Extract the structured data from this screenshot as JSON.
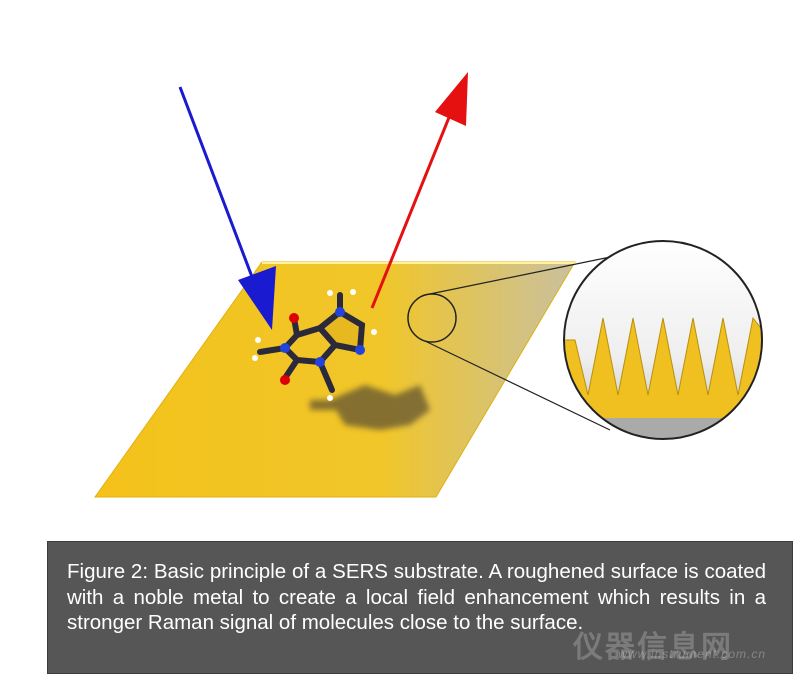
{
  "figure": {
    "caption": "Figure 2: Basic principle of a SERS substrate. A roughened surface is coated with a noble metal to create a local field enhancement which results in a stronger Raman signal of molecules close to the surface.",
    "colors": {
      "substrate": "#f5c518",
      "incident_arrow": "#1a1ad0",
      "scattered_arrow": "#e51010",
      "caption_bg": "#565656"
    },
    "elements": [
      "incident-laser-arrow",
      "raman-scattered-arrow",
      "gold-substrate",
      "molecule",
      "magnifier-circle",
      "rough-surface-inset"
    ]
  },
  "watermark": {
    "cn": "仪器信息网",
    "url": "www.instrument.com.cn"
  }
}
